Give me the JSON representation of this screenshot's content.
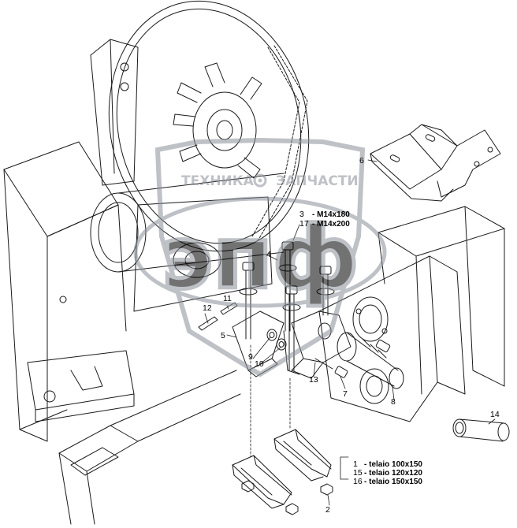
{
  "watermark": {
    "text_left": "ТЕХНИКА",
    "text_right": "ЗАПЧАСТИ",
    "logo_letters": "эпф",
    "color": "#8a8f99"
  },
  "callouts": {
    "c1": "1",
    "c2": "2",
    "c3": "3",
    "c4": "4",
    "c5": "5",
    "c6": "6",
    "c7": "7",
    "c8": "8",
    "c9": "9",
    "c10": "10",
    "c11": "11",
    "c12": "12",
    "c13": "13",
    "c14": "14",
    "c15": "15",
    "c16": "16",
    "c17": "17"
  },
  "specs": {
    "bolt_short": "- M14x180",
    "bolt_long": "- M14x200",
    "telaio_1": "- telaio 100x150",
    "telaio_15": "- telaio 120x120",
    "telaio_16": "- telaio 150x150"
  },
  "colors": {
    "line": "#1a1a1a",
    "hatch": "#555555"
  }
}
